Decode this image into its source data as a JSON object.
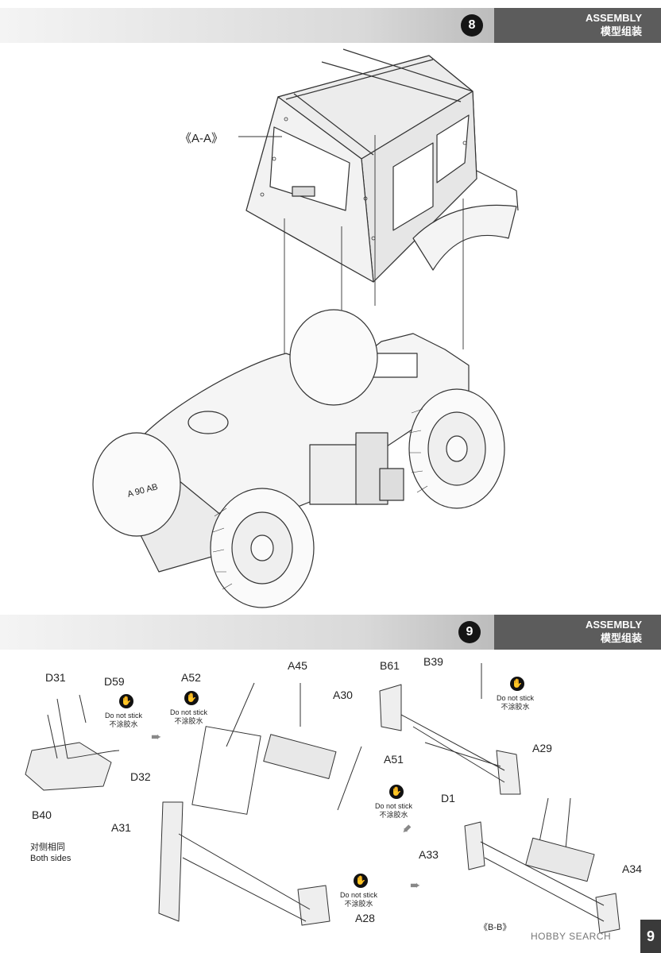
{
  "step8": {
    "number": "8",
    "title_en": "ASSEMBLY",
    "title_zh": "模型组装",
    "callout": "《A-A》"
  },
  "step9": {
    "number": "9",
    "title_en": "ASSEMBLY",
    "title_zh": "模型组装",
    "both_sides_zh": "对侧相同",
    "both_sides_en": "Both sides",
    "section": "《B-B》",
    "parts": {
      "D31": "D31",
      "D59": "D59",
      "D32": "D32",
      "B40": "B40",
      "A52": "A52",
      "A45": "A45",
      "A51": "A51",
      "A31": "A31",
      "A28": "A28",
      "B61": "B61",
      "B39": "B39",
      "A30": "A30",
      "A29": "A29",
      "D1": "D1",
      "A33": "A33",
      "A34": "A34"
    },
    "warning_en": "Do not stick",
    "warning_zh": "不涂胶水"
  },
  "vehicle_plate": "A 90 AB",
  "footer": {
    "logo": "HOBBY SEARCH",
    "page": "9"
  },
  "colors": {
    "band_dark": "#5c5c5c",
    "step_circle": "#151515"
  },
  "icons": [
    "no-glue-icon",
    "direction-arrow-icon"
  ]
}
